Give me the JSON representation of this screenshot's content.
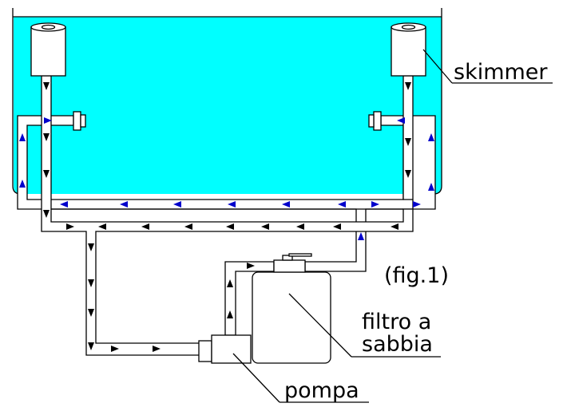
{
  "labels": {
    "skimmer": "skimmer",
    "figure": "(fig.1)",
    "filter_line1": "filtro a",
    "filter_line2": "sabbia",
    "pump": "pompa"
  },
  "colors": {
    "water": "#00FFFF",
    "return_arrow": "#0000CC",
    "suction_arrow": "#000000"
  }
}
